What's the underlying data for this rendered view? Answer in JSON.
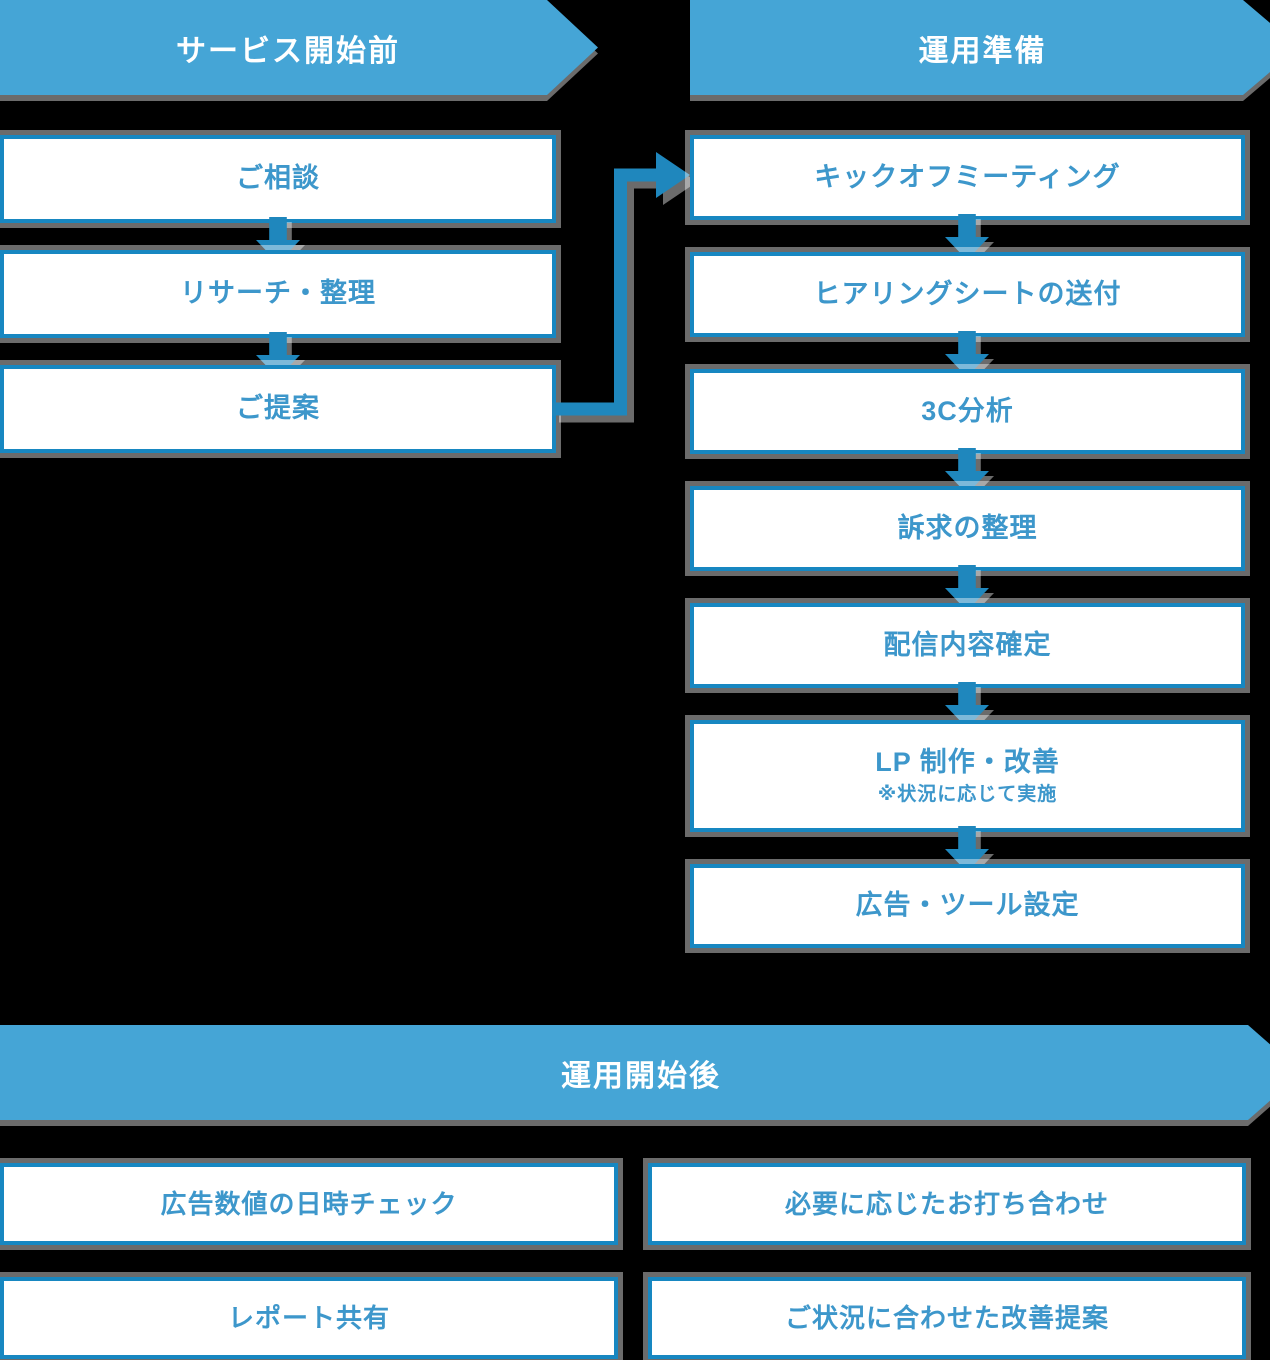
{
  "palette": {
    "background": "#000000",
    "banner_blue": "#45a5d6",
    "box_border_blue": "#1787c1",
    "box_text_blue": "#3d97cb",
    "arrow_blue": "#1f87bd",
    "shadow_gray": "#6b6b6b",
    "banner_text": "#ffffff",
    "box_bg": "#ffffff"
  },
  "sections": {
    "pre_service": {
      "header": "サービス開始前",
      "steps": [
        "ご相談",
        "リサーチ・整理",
        "ご提案"
      ]
    },
    "preparation": {
      "header": "運用準備",
      "steps": [
        {
          "label": "キックオフミーティング"
        },
        {
          "label": "ヒアリングシートの送付"
        },
        {
          "label": "3C分析"
        },
        {
          "label": "訴求の整理"
        },
        {
          "label": "配信内容確定"
        },
        {
          "label": "LP 制作・改善",
          "note": "※状況に応じて実施"
        },
        {
          "label": "広告・ツール設定"
        }
      ]
    },
    "post_launch": {
      "header": "運用開始後",
      "items": [
        "広告数値の日時チェック",
        "必要に応じたお打ち合わせ",
        "レポート共有",
        "ご状況に合わせた改善提案"
      ]
    }
  },
  "icons": {
    "down_arrow": "block-down-arrow",
    "connector": "elbow-right-arrow"
  }
}
